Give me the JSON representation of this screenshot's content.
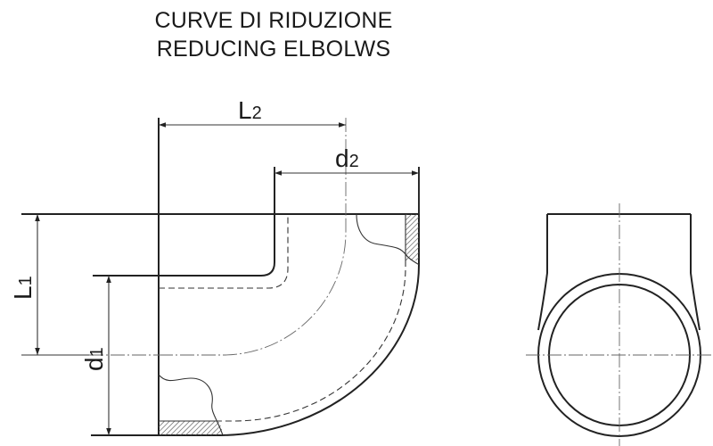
{
  "title": {
    "line1": "CURVE DI RIDUZIONE",
    "line2": "REDUCING ELBOLWS"
  },
  "dimensions": {
    "L2": {
      "letter": "L",
      "sub": "2"
    },
    "d2": {
      "letter": "d",
      "sub": "2"
    },
    "L1": {
      "letter": "L",
      "sub": "1"
    },
    "d1": {
      "letter": "d",
      "sub": "1"
    }
  },
  "colors": {
    "ink": "#222222",
    "hatch": "#555555",
    "background": "#ffffff"
  }
}
